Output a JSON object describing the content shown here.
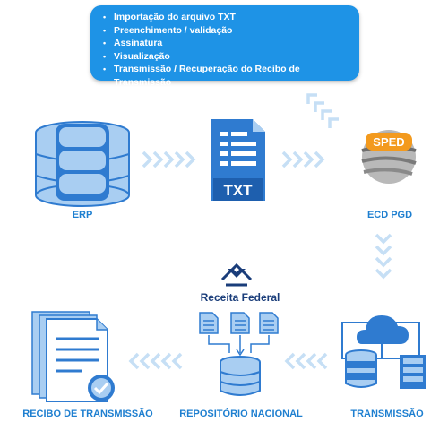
{
  "callout": {
    "items": [
      "Importação do arquivo TXT",
      "Preenchimento / validação",
      "Assinatura",
      "Visualização",
      "Transmissão / Recuperação do Recibo de Transmissão"
    ]
  },
  "nodes": {
    "erp": "ERP",
    "txt_file": "TXT",
    "sped_logo": "SPED",
    "ecd_pgd": "ECD PGD",
    "receita_logo": "Receita Federal",
    "transmissao": "TRANSMISSÃO",
    "repositorio": "REPOSITÓRIO  NACIONAL",
    "recibo": "RECIBO DE TRANSMISSÃO"
  },
  "colors": {
    "primary": "#1e93e6",
    "icon_blue": "#2f7bd0",
    "icon_light": "#a9cef2",
    "chevron": "#c6dff5",
    "label": "#1e7fd0"
  }
}
